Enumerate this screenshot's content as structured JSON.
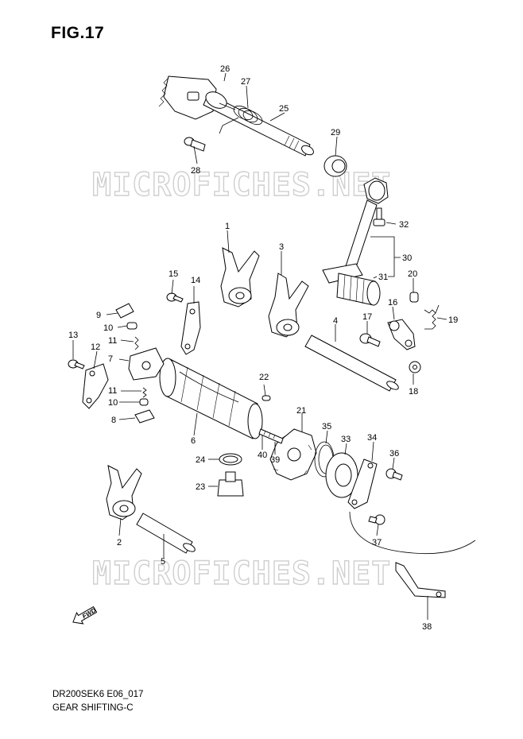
{
  "figure_title": "FIG.17",
  "model_code": "DR200SEK6 E06_017",
  "diagram_caption": "GEAR SHIFTING-C",
  "watermark": "MICROFICHES.NET",
  "fwd_label": "FWD",
  "part_numbers": [
    "1",
    "2",
    "3",
    "4",
    "5",
    "6",
    "7",
    "8",
    "9",
    "10",
    "10",
    "11",
    "11",
    "12",
    "13",
    "14",
    "15",
    "16",
    "17",
    "18",
    "19",
    "20",
    "21",
    "22",
    "23",
    "24",
    "25",
    "26",
    "27",
    "28",
    "29",
    "30",
    "31",
    "32",
    "33",
    "34",
    "35",
    "36",
    "37",
    "38",
    "39",
    "40"
  ]
}
